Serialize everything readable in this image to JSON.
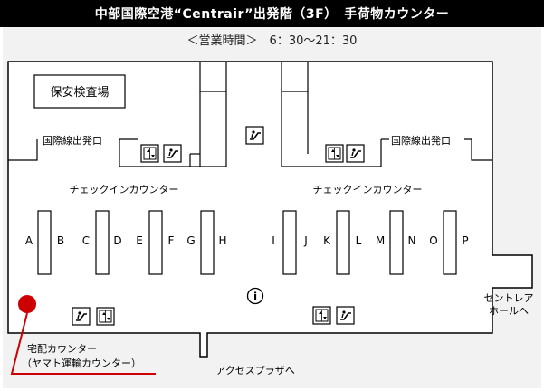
{
  "header": {
    "title": "中部国際空港“Centrair”出発階（3F）　手荷物カウンター"
  },
  "hours": "＜営業時間＞　6：30〜21：30",
  "map": {
    "security_area": "保安検査場",
    "exit_left": "国際線出発口",
    "exit_right": "国際線出発口",
    "checkin_left": "チェックインカウンター",
    "checkin_right": "チェックインカウンター",
    "counters": [
      "A",
      "B",
      "C",
      "D",
      "E",
      "F",
      "G",
      "H",
      "I",
      "J",
      "K",
      "L",
      "M",
      "N",
      "O",
      "P"
    ],
    "info_symbol": "i",
    "centrair_hall": [
      "セントレア",
      "ホールへ"
    ],
    "access_plaza": "アクセスプラザへ",
    "delivery_counter": [
      "宅配カウンター",
      "（ヤマト運輸カウンター）"
    ]
  },
  "colors": {
    "marker": "#cc0000",
    "line": "#000000",
    "floor": "#ffffff",
    "panel": "#f2f2f2"
  },
  "icons": [
    "baggage-claim-icon",
    "escalator-icon",
    "elevator-icon",
    "info-icon"
  ]
}
